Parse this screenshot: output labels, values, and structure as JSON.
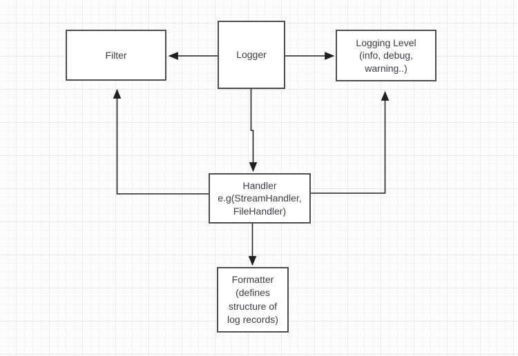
{
  "diagram": {
    "nodes": [
      {
        "id": "filter",
        "label": "Filter"
      },
      {
        "id": "logger",
        "label": "Logger"
      },
      {
        "id": "logging_level",
        "label": "Logging Level\n(info, debug,\nwarning..)"
      },
      {
        "id": "handler",
        "label": "Handler\ne.g(StreamHandler,\nFileHandler)"
      },
      {
        "id": "formatter",
        "label": "Formatter\n(defines\nstructure of\nlog records)"
      }
    ],
    "edges": [
      {
        "from": "logger",
        "to": "filter",
        "style": "arrow"
      },
      {
        "from": "logger",
        "to": "logging_level",
        "style": "arrow"
      },
      {
        "from": "logger",
        "to": "handler",
        "style": "arrow"
      },
      {
        "from": "handler",
        "to": "formatter",
        "style": "arrow"
      },
      {
        "from": "handler",
        "to": "filter",
        "style": "arrow"
      },
      {
        "from": "handler",
        "to": "logging_level",
        "style": "arrow"
      }
    ],
    "colors": {
      "node_border": "#4c4c4c",
      "node_fill": "#ffffff",
      "text": "#3f3a44",
      "connector": "#1f1f1f",
      "grid_major": "#e9e9e9",
      "grid_minor": "#f5f5f5",
      "canvas_bg": "#fcfcfc"
    }
  }
}
